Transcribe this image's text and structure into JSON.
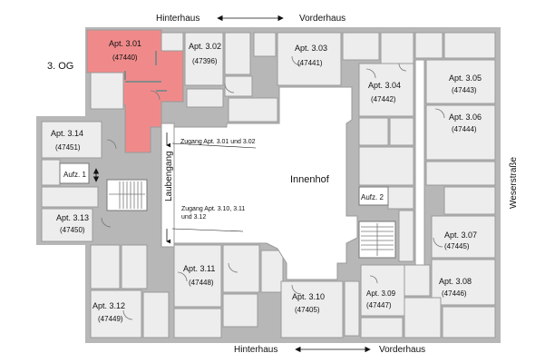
{
  "floor": "3. OG",
  "top_direction": {
    "left": "Hinterhaus",
    "right": "Vorderhaus"
  },
  "bottom_direction": {
    "left": "Hinterhaus",
    "right": "Vorderhaus"
  },
  "street": "Weserstraße",
  "courtyard": "Innenhof",
  "corridor": "Laubengang",
  "elevators": {
    "aufz1": "Aufz. 1",
    "aufz2": "Aufz. 2"
  },
  "access_notes": {
    "a1": "Zugang Apt. 3.01 und 3.02",
    "a2_line1": "Zugang Apt. 3.10, 3.11",
    "a2_line2": "und 3.12"
  },
  "highlight_color": "#f08a8a",
  "apartments": [
    {
      "name": "Apt. 3.01",
      "id": "(47440)",
      "highlighted": true
    },
    {
      "name": "Apt. 3.02",
      "id": "(47396)",
      "highlighted": false
    },
    {
      "name": "Apt. 3.03",
      "id": "(47441)",
      "highlighted": false
    },
    {
      "name": "Apt. 3.04",
      "id": "(47442)",
      "highlighted": false
    },
    {
      "name": "Apt. 3.05",
      "id": "(47443)",
      "highlighted": false
    },
    {
      "name": "Apt. 3.06",
      "id": "(47444)",
      "highlighted": false
    },
    {
      "name": "Apt. 3.07",
      "id": "(47445)",
      "highlighted": false
    },
    {
      "name": "Apt. 3.08",
      "id": "(47446)",
      "highlighted": false
    },
    {
      "name": "Apt. 3.09",
      "id": "(47447)",
      "highlighted": false
    },
    {
      "name": "Apt. 3.10",
      "id": "(47405)",
      "highlighted": false
    },
    {
      "name": "Apt. 3.11",
      "id": "(47448)",
      "highlighted": false
    },
    {
      "name": "Apt. 3.12",
      "id": "(47449)",
      "highlighted": false
    },
    {
      "name": "Apt. 3.13",
      "id": "(47450)",
      "highlighted": false
    },
    {
      "name": "Apt. 3.14",
      "id": "(47451)",
      "highlighted": false
    }
  ]
}
